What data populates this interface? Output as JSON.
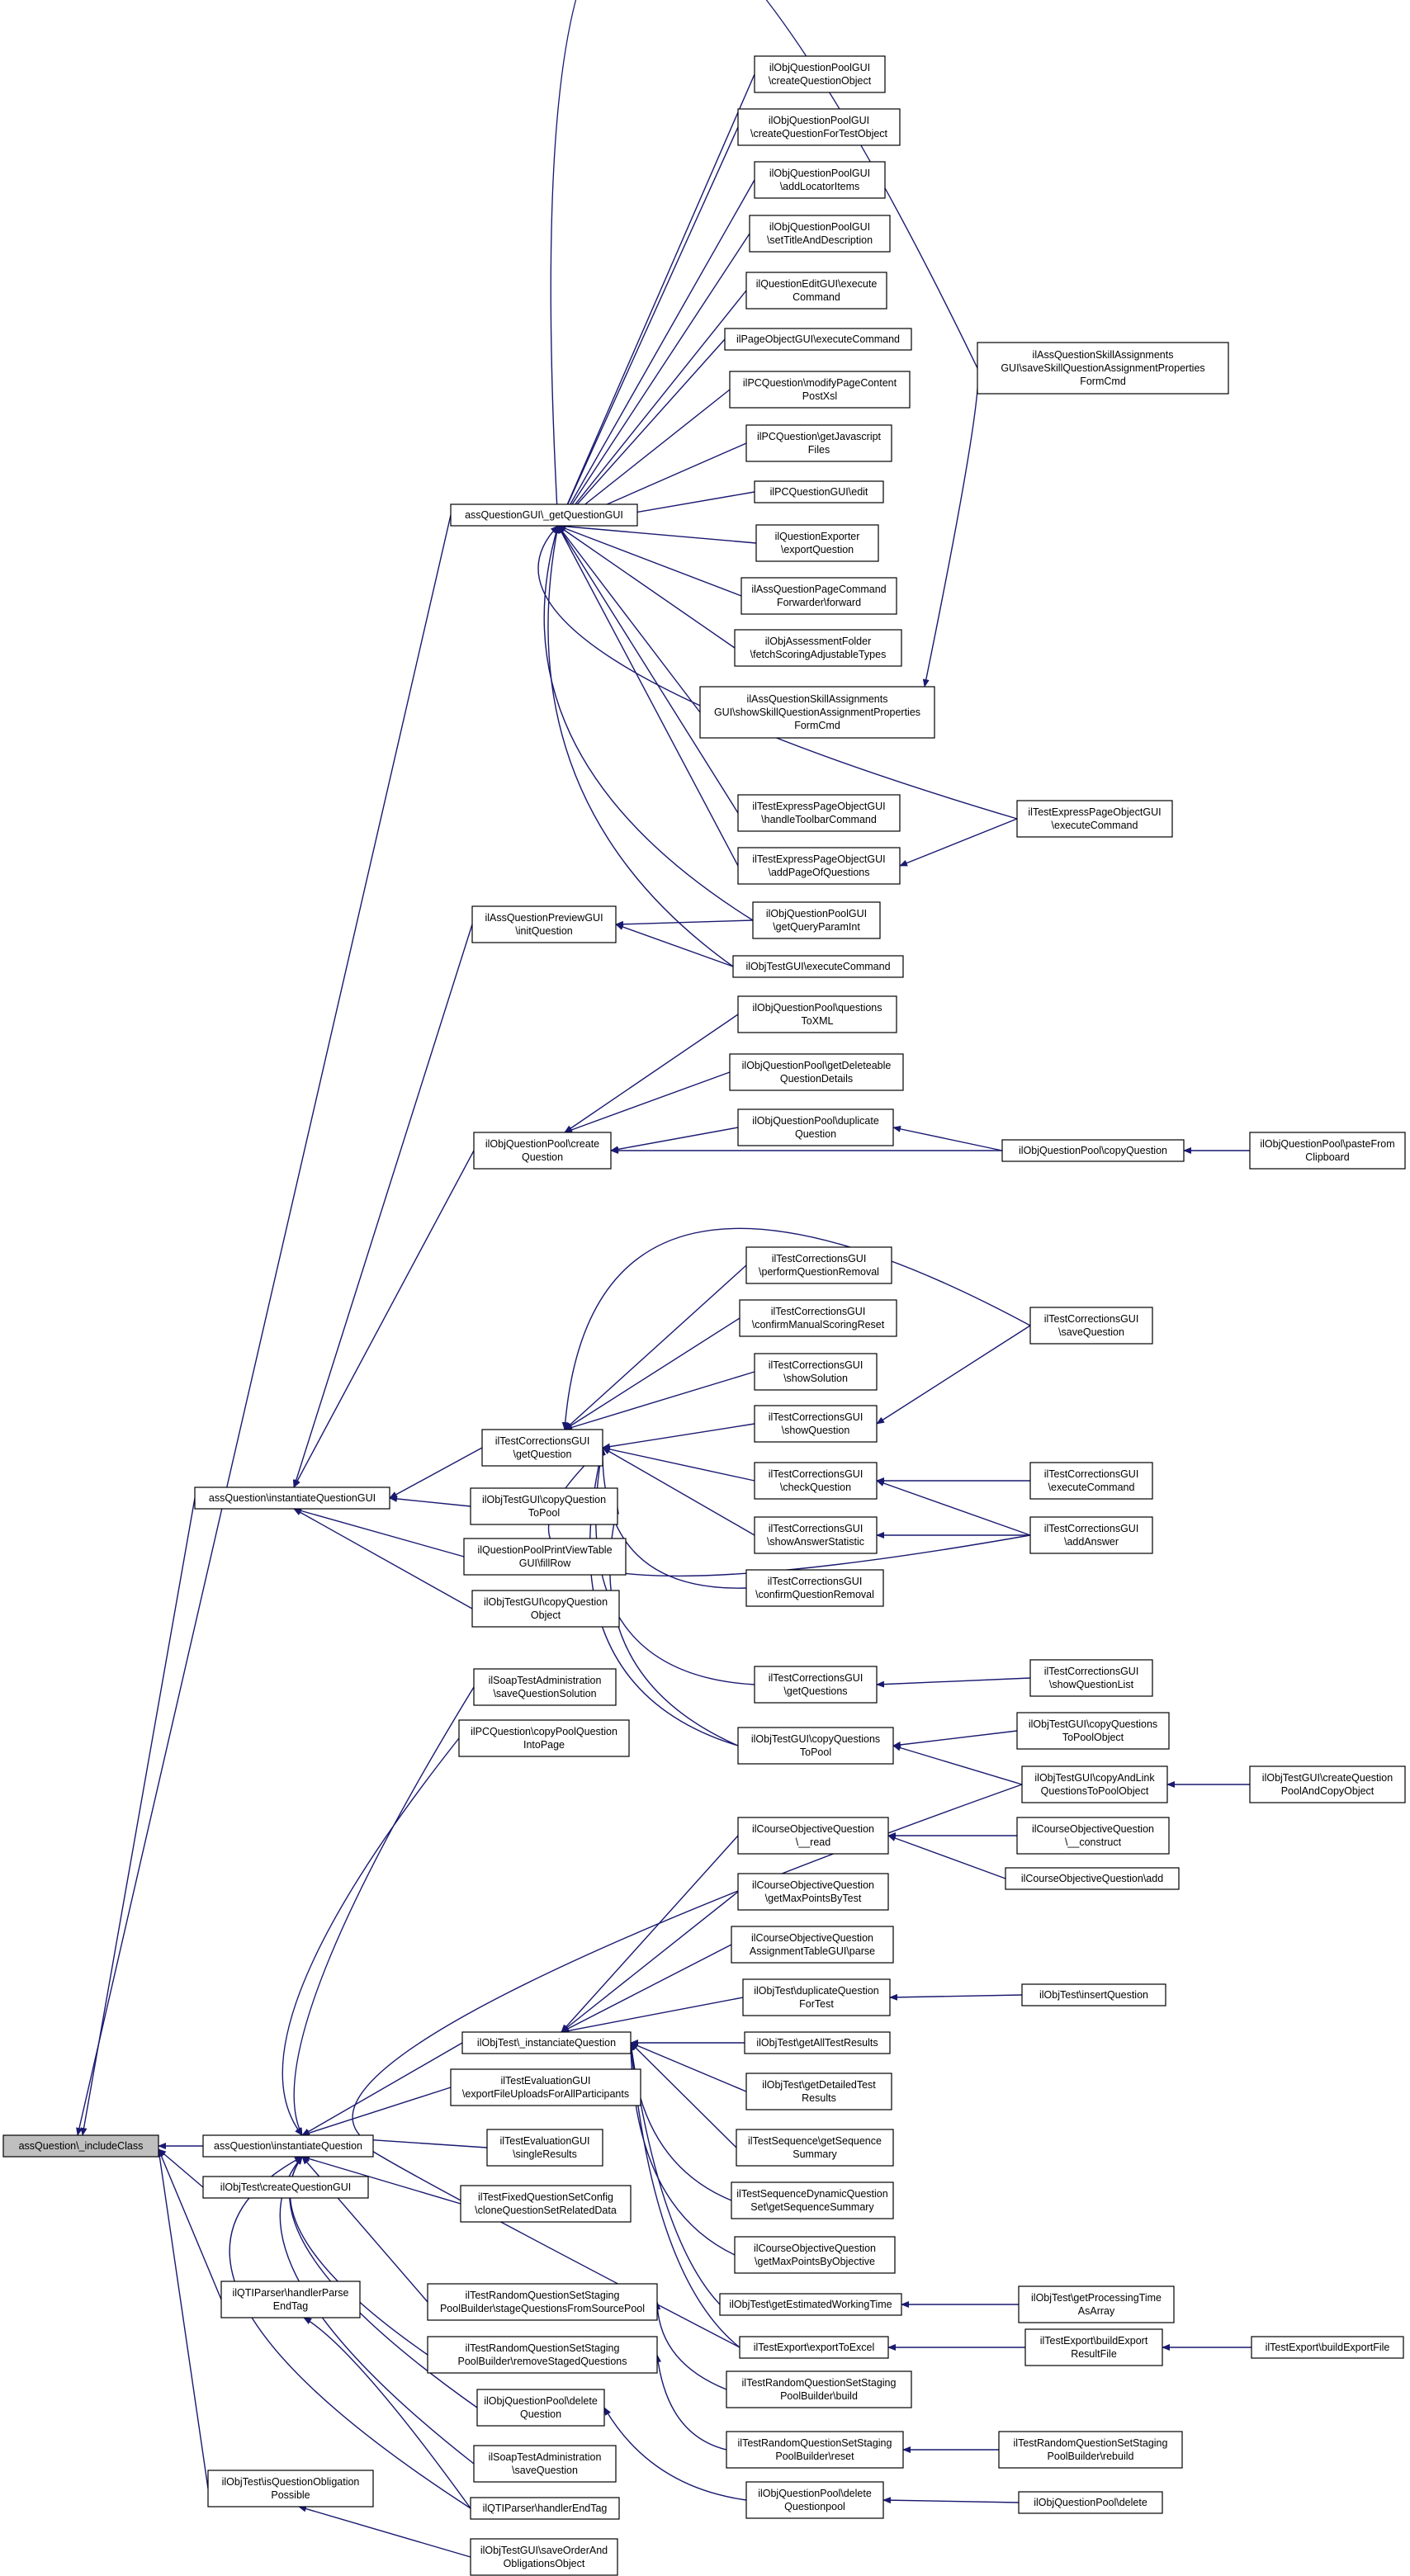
{
  "colors": {
    "edge": "#191970",
    "node_border": "#000000",
    "root_fill": "#bfbfbf",
    "node_fill": "#ffffff"
  },
  "nodes": [
    {
      "id": "root",
      "lines": [
        "assQuestion\\_includeClass"
      ]
    },
    {
      "id": "aqg_get",
      "lines": [
        "assQuestionGUI\\_getQuestionGUI"
      ]
    },
    {
      "id": "aqg_inst",
      "lines": [
        "assQuestion\\instantiateQuestionGUI"
      ]
    },
    {
      "id": "aq_inst",
      "lines": [
        "assQuestion\\instantiateQuestion"
      ]
    },
    {
      "id": "ot_cqg",
      "lines": [
        "ilObjTest\\createQuestionGUI"
      ]
    },
    {
      "id": "qti_hpe",
      "lines": [
        "ilQTIParser\\handlerParse",
        "EndTag"
      ]
    },
    {
      "id": "ot_iqop",
      "lines": [
        "ilObjTest\\isQuestionObligation",
        "Possible"
      ]
    },
    {
      "id": "oqp_cqo",
      "lines": [
        "ilObjQuestionPoolGUI",
        "\\createQuestionObject"
      ]
    },
    {
      "id": "oqp_cqft",
      "lines": [
        "ilObjQuestionPoolGUI",
        "\\createQuestionForTestObject"
      ]
    },
    {
      "id": "oqp_ali",
      "lines": [
        "ilObjQuestionPoolGUI",
        "\\addLocatorItems"
      ]
    },
    {
      "id": "oqp_std",
      "lines": [
        "ilObjQuestionPoolGUI",
        "\\setTitleAndDescription"
      ]
    },
    {
      "id": "qeg_exec",
      "lines": [
        "ilQuestionEditGUI\\execute",
        "Command"
      ]
    },
    {
      "id": "pog_exec",
      "lines": [
        "ilPageObjectGUI\\executeCommand"
      ]
    },
    {
      "id": "pcq_mpcp",
      "lines": [
        "ilPCQuestion\\modifyPageContent",
        "PostXsl"
      ]
    },
    {
      "id": "pcq_gjf",
      "lines": [
        "ilPCQuestion\\getJavascript",
        "Files"
      ]
    },
    {
      "id": "pcqg_edit",
      "lines": [
        "ilPCQuestionGUI\\edit"
      ]
    },
    {
      "id": "qex_exp",
      "lines": [
        "ilQuestionExporter",
        "\\exportQuestion"
      ]
    },
    {
      "id": "aqpcf",
      "lines": [
        "ilAssQuestionPageCommand",
        "Forwarder\\forward"
      ]
    },
    {
      "id": "oaf_fsat",
      "lines": [
        "ilObjAssessmentFolder",
        "\\fetchScoringAdjustableTypes"
      ]
    },
    {
      "id": "aqsa_show",
      "lines": [
        "ilAssQuestionSkillAssignments",
        "GUI\\showSkillQuestionAssignmentProperties",
        "FormCmd"
      ]
    },
    {
      "id": "aqsa_save",
      "lines": [
        "ilAssQuestionSkillAssignments",
        "GUI\\saveSkillQuestionAssignmentProperties",
        "FormCmd"
      ]
    },
    {
      "id": "tepog_htc",
      "lines": [
        "ilTestExpressPageObjectGUI",
        "\\handleToolbarCommand"
      ]
    },
    {
      "id": "tepog_aoq",
      "lines": [
        "ilTestExpressPageObjectGUI",
        "\\addPageOfQuestions"
      ]
    },
    {
      "id": "tepog_exec",
      "lines": [
        "ilTestExpressPageObjectGUI",
        "\\executeCommand"
      ]
    },
    {
      "id": "oqpg_gqpi",
      "lines": [
        "ilObjQuestionPoolGUI",
        "\\getQueryParamInt"
      ]
    },
    {
      "id": "otg_exec",
      "lines": [
        "ilObjTestGUI\\executeCommand"
      ]
    },
    {
      "id": "aqpg_init",
      "lines": [
        "ilAssQuestionPreviewGUI",
        "\\initQuestion"
      ]
    },
    {
      "id": "oqp_qtx",
      "lines": [
        "ilObjQuestionPool\\questions",
        "ToXML"
      ]
    },
    {
      "id": "oqp_gdqd",
      "lines": [
        "ilObjQuestionPool\\getDeleteable",
        "QuestionDetails"
      ]
    },
    {
      "id": "oqp_dup",
      "lines": [
        "ilObjQuestionPool\\duplicate",
        "Question"
      ]
    },
    {
      "id": "oqp_create",
      "lines": [
        "ilObjQuestionPool\\create",
        "Question"
      ]
    },
    {
      "id": "oqp_copy",
      "lines": [
        "ilObjQuestionPool\\copyQuestion"
      ]
    },
    {
      "id": "oqp_paste",
      "lines": [
        "ilObjQuestionPool\\pasteFrom",
        "Clipboard"
      ]
    },
    {
      "id": "tcg_pqr",
      "lines": [
        "ilTestCorrectionsGUI",
        "\\performQuestionRemoval"
      ]
    },
    {
      "id": "tcg_cmsr",
      "lines": [
        "ilTestCorrectionsGUI",
        "\\confirmManualScoringReset"
      ]
    },
    {
      "id": "tcg_ss",
      "lines": [
        "ilTestCorrectionsGUI",
        "\\showSolution"
      ]
    },
    {
      "id": "tcg_sq",
      "lines": [
        "ilTestCorrectionsGUI",
        "\\showQuestion"
      ]
    },
    {
      "id": "tcg_gq",
      "lines": [
        "ilTestCorrectionsGUI",
        "\\getQuestion"
      ]
    },
    {
      "id": "tcg_save",
      "lines": [
        "ilTestCorrectionsGUI",
        "\\saveQuestion"
      ]
    },
    {
      "id": "otg_cqtp",
      "lines": [
        "ilObjTestGUI\\copyQuestion",
        "ToPool"
      ]
    },
    {
      "id": "tcg_cq",
      "lines": [
        "ilTestCorrectionsGUI",
        "\\checkQuestion"
      ]
    },
    {
      "id": "tcg_exec",
      "lines": [
        "ilTestCorrectionsGUI",
        "\\executeCommand"
      ]
    },
    {
      "id": "qppvt",
      "lines": [
        "ilQuestionPoolPrintViewTable",
        "GUI\\fillRow"
      ]
    },
    {
      "id": "tcg_sas",
      "lines": [
        "ilTestCorrectionsGUI",
        "\\showAnswerStatistic"
      ]
    },
    {
      "id": "tcg_aa",
      "lines": [
        "ilTestCorrectionsGUI",
        "\\addAnswer"
      ]
    },
    {
      "id": "otg_cqo",
      "lines": [
        "ilObjTestGUI\\copyQuestion",
        "Object"
      ]
    },
    {
      "id": "tcg_cqr",
      "lines": [
        "ilTestCorrectionsGUI",
        "\\confirmQuestionRemoval"
      ]
    },
    {
      "id": "tcg_gqs",
      "lines": [
        "ilTestCorrectionsGUI",
        "\\getQuestions"
      ]
    },
    {
      "id": "tcg_sql",
      "lines": [
        "ilTestCorrectionsGUI",
        "\\showQuestionList"
      ]
    },
    {
      "id": "sta_sqs",
      "lines": [
        "ilSoapTestAdministration",
        "\\saveQuestionSolution"
      ]
    },
    {
      "id": "pcq_cpqi",
      "lines": [
        "ilPCQuestion\\copyPoolQuestion",
        "IntoPage"
      ]
    },
    {
      "id": "otg_cqstp",
      "lines": [
        "ilObjTestGUI\\copyQuestions",
        "ToPool"
      ]
    },
    {
      "id": "otg_cqstpo",
      "lines": [
        "ilObjTestGUI\\copyQuestions",
        "ToPoolObject"
      ]
    },
    {
      "id": "otg_calq",
      "lines": [
        "ilObjTestGUI\\copyAndLink",
        "QuestionsToPoolObject"
      ]
    },
    {
      "id": "otg_cqpc",
      "lines": [
        "ilObjTestGUI\\createQuestion",
        "PoolAndCopyObject"
      ]
    },
    {
      "id": "coq_read",
      "lines": [
        "ilCourseObjectiveQuestion",
        "\\__read"
      ]
    },
    {
      "id": "coq_cons",
      "lines": [
        "ilCourseObjectiveQuestion",
        "\\__construct"
      ]
    },
    {
      "id": "coq_add",
      "lines": [
        "ilCourseObjectiveQuestion\\add"
      ]
    },
    {
      "id": "coq_gmpt",
      "lines": [
        "ilCourseObjectiveQuestion",
        "\\getMaxPointsByTest"
      ]
    },
    {
      "id": "coqat",
      "lines": [
        "ilCourseObjectiveQuestion",
        "AssignmentTableGUI\\parse"
      ]
    },
    {
      "id": "ot_dqft",
      "lines": [
        "ilObjTest\\duplicateQuestion",
        "ForTest"
      ]
    },
    {
      "id": "ot_iq",
      "lines": [
        "ilObjTest\\insertQuestion"
      ]
    },
    {
      "id": "ot_inst",
      "lines": [
        "ilObjTest\\_instanciateQuestion"
      ]
    },
    {
      "id": "ot_gatr",
      "lines": [
        "ilObjTest\\getAllTestResults"
      ]
    },
    {
      "id": "ot_gdtr",
      "lines": [
        "ilObjTest\\getDetailedTest",
        "Results"
      ]
    },
    {
      "id": "teg_efu",
      "lines": [
        "ilTestEvaluationGUI",
        "\\exportFileUploadsForAllParticipants"
      ]
    },
    {
      "id": "teg_sr",
      "lines": [
        "ilTestEvaluationGUI",
        "\\singleResults"
      ]
    },
    {
      "id": "ts_gss",
      "lines": [
        "ilTestSequence\\getSequence",
        "Summary"
      ]
    },
    {
      "id": "tsdq",
      "lines": [
        "ilTestSequenceDynamicQuestion",
        "Set\\getSequenceSummary"
      ]
    },
    {
      "id": "tfqsc",
      "lines": [
        "ilTestFixedQuestionSetConfig",
        "\\cloneQuestionSetRelatedData"
      ]
    },
    {
      "id": "coq_gmpo",
      "lines": [
        "ilCourseObjectiveQuestion",
        "\\getMaxPointsByObjective"
      ]
    },
    {
      "id": "trqs_sqfs",
      "lines": [
        "ilTestRandomQuestionSetStaging",
        "PoolBuilder\\stageQuestionsFromSourcePool"
      ]
    },
    {
      "id": "ot_gewt",
      "lines": [
        "ilObjTest\\getEstimatedWorkingTime"
      ]
    },
    {
      "id": "ot_gpta",
      "lines": [
        "ilObjTest\\getProcessingTime",
        "AsArray"
      ]
    },
    {
      "id": "trqs_rsq",
      "lines": [
        "ilTestRandomQuestionSetStaging",
        "PoolBuilder\\removeStagedQuestions"
      ]
    },
    {
      "id": "te_ete",
      "lines": [
        "ilTestExport\\exportToExcel"
      ]
    },
    {
      "id": "te_berf",
      "lines": [
        "ilTestExport\\buildExport",
        "ResultFile"
      ]
    },
    {
      "id": "te_bef",
      "lines": [
        "ilTestExport\\buildExportFile"
      ]
    },
    {
      "id": "trqs_build",
      "lines": [
        "ilTestRandomQuestionSetStaging",
        "PoolBuilder\\build"
      ]
    },
    {
      "id": "oqp_dq",
      "lines": [
        "ilObjQuestionPool\\delete",
        "Question"
      ]
    },
    {
      "id": "trqs_reset",
      "lines": [
        "ilTestRandomQuestionSetStaging",
        "PoolBuilder\\reset"
      ]
    },
    {
      "id": "trqs_rebuild",
      "lines": [
        "ilTestRandomQuestionSetStaging",
        "PoolBuilder\\rebuild"
      ]
    },
    {
      "id": "sta_sq",
      "lines": [
        "ilSoapTestAdministration",
        "\\saveQuestion"
      ]
    },
    {
      "id": "oqp_dqp",
      "lines": [
        "ilObjQuestionPool\\delete",
        "Questionpool"
      ]
    },
    {
      "id": "oqp_del",
      "lines": [
        "ilObjQuestionPool\\delete"
      ]
    },
    {
      "id": "qti_het",
      "lines": [
        "ilQTIParser\\handlerEndTag"
      ]
    },
    {
      "id": "otg_sooo",
      "lines": [
        "ilObjTestGUI\\saveOrderAnd",
        "ObligationsObject"
      ]
    }
  ],
  "edges": [
    [
      "aqg_get",
      "root"
    ],
    [
      "aqg_inst",
      "root"
    ],
    [
      "aq_inst",
      "root"
    ],
    [
      "ot_cqg",
      "root"
    ],
    [
      "qti_hpe",
      "root"
    ],
    [
      "ot_iqop",
      "root"
    ],
    [
      "oqp_cqo",
      "aqg_get"
    ],
    [
      "oqp_cqft",
      "aqg_get"
    ],
    [
      "oqp_ali",
      "aqg_get"
    ],
    [
      "oqp_std",
      "aqg_get"
    ],
    [
      "qeg_exec",
      "aqg_get"
    ],
    [
      "pog_exec",
      "aqg_get"
    ],
    [
      "pcq_mpcp",
      "aqg_get"
    ],
    [
      "pcq_gjf",
      "aqg_get"
    ],
    [
      "pcqg_edit",
      "aqg_get"
    ],
    [
      "qex_exp",
      "aqg_get"
    ],
    [
      "aqpcf",
      "aqg_get"
    ],
    [
      "oaf_fsat",
      "aqg_get"
    ],
    [
      "aqsa_show",
      "aqg_get"
    ],
    [
      "aqsa_save",
      "aqg_get"
    ],
    [
      "tepog_htc",
      "aqg_get"
    ],
    [
      "tepog_aoq",
      "aqg_get"
    ],
    [
      "tepog_exec",
      "aqg_get"
    ],
    [
      "oqpg_gqpi",
      "aqg_get"
    ],
    [
      "otg_exec",
      "aqg_get"
    ],
    [
      "aqsa_save",
      "aqsa_show"
    ],
    [
      "tepog_exec",
      "tepog_aoq"
    ],
    [
      "aqpg_init",
      "aqg_inst"
    ],
    [
      "oqp_create",
      "aqg_inst"
    ],
    [
      "tcg_gq",
      "aqg_inst"
    ],
    [
      "otg_cqtp",
      "aqg_inst"
    ],
    [
      "qppvt",
      "aqg_inst"
    ],
    [
      "otg_cqo",
      "aqg_inst"
    ],
    [
      "oqpg_gqpi",
      "aqpg_init"
    ],
    [
      "otg_exec",
      "aqpg_init"
    ],
    [
      "oqp_qtx",
      "oqp_create"
    ],
    [
      "oqp_gdqd",
      "oqp_create"
    ],
    [
      "oqp_dup",
      "oqp_create"
    ],
    [
      "oqp_copy",
      "oqp_create"
    ],
    [
      "oqp_copy",
      "oqp_dup"
    ],
    [
      "oqp_paste",
      "oqp_copy"
    ],
    [
      "tcg_pqr",
      "tcg_gq"
    ],
    [
      "tcg_cmsr",
      "tcg_gq"
    ],
    [
      "tcg_ss",
      "tcg_gq"
    ],
    [
      "tcg_sq",
      "tcg_gq"
    ],
    [
      "tcg_save",
      "tcg_gq"
    ],
    [
      "tcg_cq",
      "tcg_gq"
    ],
    [
      "tcg_sas",
      "tcg_gq"
    ],
    [
      "tcg_aa",
      "tcg_gq"
    ],
    [
      "tcg_cqr",
      "tcg_gq"
    ],
    [
      "tcg_gqs",
      "tcg_gq"
    ],
    [
      "otg_cqstp",
      "tcg_gq"
    ],
    [
      "tcg_save",
      "tcg_sq"
    ],
    [
      "tcg_exec",
      "tcg_cq"
    ],
    [
      "tcg_aa",
      "tcg_cq"
    ],
    [
      "tcg_aa",
      "tcg_sas"
    ],
    [
      "tcg_sql",
      "tcg_gqs"
    ],
    [
      "otg_cqstp",
      "otg_cqtp"
    ],
    [
      "otg_cqstpo",
      "otg_cqstp"
    ],
    [
      "otg_calq",
      "otg_cqstp"
    ],
    [
      "otg_cqpc",
      "otg_calq"
    ],
    [
      "ot_inst",
      "aq_inst"
    ],
    [
      "sta_sqs",
      "aq_inst"
    ],
    [
      "pcq_cpqi",
      "aq_inst"
    ],
    [
      "otg_calq",
      "aq_inst"
    ],
    [
      "teg_efu",
      "aq_inst"
    ],
    [
      "teg_sr",
      "aq_inst"
    ],
    [
      "te_ete",
      "aq_inst"
    ],
    [
      "tfqsc",
      "aq_inst"
    ],
    [
      "trqs_sqfs",
      "aq_inst"
    ],
    [
      "trqs_rsq",
      "aq_inst"
    ],
    [
      "oqp_dq",
      "aq_inst"
    ],
    [
      "sta_sq",
      "aq_inst"
    ],
    [
      "qti_het",
      "aq_inst"
    ],
    [
      "coq_read",
      "ot_inst"
    ],
    [
      "coq_gmpt",
      "ot_inst"
    ],
    [
      "coqat",
      "ot_inst"
    ],
    [
      "ot_dqft",
      "ot_inst"
    ],
    [
      "ot_gatr",
      "ot_inst"
    ],
    [
      "ot_gdtr",
      "ot_inst"
    ],
    [
      "ts_gss",
      "ot_inst"
    ],
    [
      "tsdq",
      "ot_inst"
    ],
    [
      "coq_gmpo",
      "ot_inst"
    ],
    [
      "ot_gewt",
      "ot_inst"
    ],
    [
      "te_ete",
      "ot_inst"
    ],
    [
      "coq_cons",
      "coq_read"
    ],
    [
      "coq_add",
      "coq_read"
    ],
    [
      "ot_iq",
      "ot_dqft"
    ],
    [
      "ot_gpta",
      "ot_gewt"
    ],
    [
      "te_berf",
      "te_ete"
    ],
    [
      "te_bef",
      "te_berf"
    ],
    [
      "trqs_build",
      "trqs_sqfs"
    ],
    [
      "trqs_reset",
      "trqs_rsq"
    ],
    [
      "trqs_rebuild",
      "trqs_reset"
    ],
    [
      "oqp_dqp",
      "oqp_dq"
    ],
    [
      "oqp_del",
      "oqp_dqp"
    ],
    [
      "qti_het",
      "qti_hpe"
    ],
    [
      "otg_sooo",
      "ot_iqop"
    ]
  ]
}
